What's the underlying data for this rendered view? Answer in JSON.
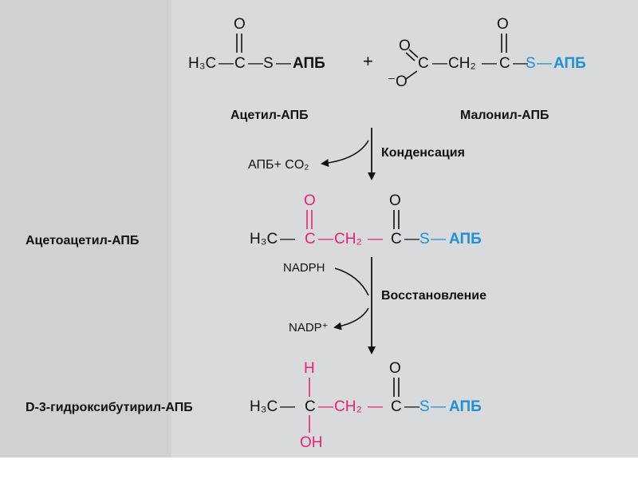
{
  "colors": {
    "background": "#d9dadb",
    "black_text": "#111111",
    "pink": "#e8207a",
    "blue": "#1f8fd6",
    "ghost_text": "#9a9a9c"
  },
  "scheme": {
    "row1": {
      "acetyl": {
        "h3c": "H₃C",
        "dash1": "—",
        "c": "C",
        "dash2": "—",
        "s": "S",
        "dash3": "—",
        "apb": "АПБ",
        "o": "O"
      },
      "plus": "+",
      "malonyl": {
        "o_left": "O",
        "o_minus": "⁻O",
        "c1": "C",
        "dash1": "—",
        "ch2": "CH₂",
        "dash2": "—",
        "c2": "C",
        "dash3": "—",
        "s": "S",
        "dash4": "—",
        "apb": "АПБ",
        "o_top": "O"
      }
    },
    "labels": {
      "acetyl": "Ацетил-АПБ",
      "malonyl": "Малонил-АПБ",
      "acetoacetyl": "Ацетоацетил-АПБ",
      "hydroxybutyryl": "D-3-гидроксибутирил-АПБ"
    },
    "step1": {
      "name": "Конденсация",
      "byproduct": "АПБ+ CO₂"
    },
    "acetoacetyl": {
      "h3c": "H₃C",
      "dash1": "—",
      "c1": "C",
      "dash2": "—",
      "ch2": "CH₂",
      "dash3": "—",
      "c2": "C",
      "dash4": "—",
      "s": "S",
      "dash5": "—",
      "apb": "АПБ",
      "o1": "O",
      "o2": "O"
    },
    "step2": {
      "name": "Восстановление",
      "cofactor_in": "NADPH",
      "cofactor_out": "NADP⁺"
    },
    "hydroxybutyryl": {
      "h3c": "H₃C",
      "dash1": "—",
      "c1": "C",
      "dash2": "—",
      "ch2": "CH₂",
      "dash3": "—",
      "c2": "C",
      "dash4": "—",
      "s": "S",
      "dash5": "—",
      "apb": "АПБ",
      "h": "H",
      "oh": "OH",
      "o2": "O"
    }
  }
}
